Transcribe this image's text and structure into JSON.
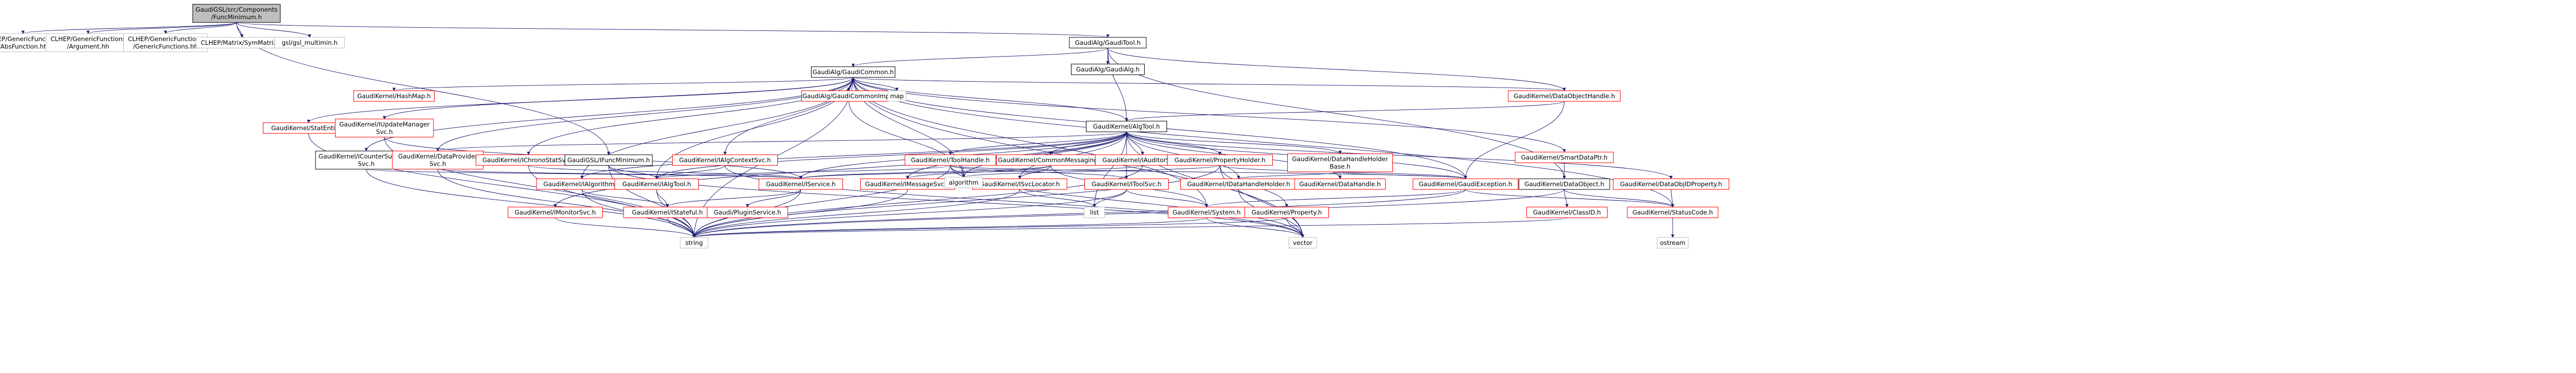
{
  "root": "GaudiGSL/src/Components/FuncMinimum.h",
  "nodes": [
    {
      "id": "n0",
      "lines": [
        "GaudiGSL/src/Components",
        "/FuncMinimum.h"
      ],
      "style": "root"
    },
    {
      "id": "n1",
      "lines": [
        "CLHEP/GenericFunctions",
        "/AbsFunction.hh"
      ],
      "style": "ext"
    },
    {
      "id": "n2",
      "lines": [
        "CLHEP/GenericFunctions",
        "/Argument.hh"
      ],
      "style": "ext"
    },
    {
      "id": "n3",
      "lines": [
        "CLHEP/GenericFunctions",
        "/GenericFunctions.hh"
      ],
      "style": "ext"
    },
    {
      "id": "n4",
      "lines": [
        "CLHEP/Matrix/SymMatrix.h"
      ],
      "style": "ext"
    },
    {
      "id": "n5",
      "lines": [
        "gsl/gsl_multimin.h"
      ],
      "style": "ext"
    },
    {
      "id": "n6",
      "lines": [
        "GaudiAlg/GaudiTool.h"
      ],
      "style": "doc"
    },
    {
      "id": "n7",
      "lines": [
        "GaudiAlg/GaudiAlg.h"
      ],
      "style": "doc"
    },
    {
      "id": "n8",
      "lines": [
        "GaudiAlg/GaudiCommon.h"
      ],
      "style": "doc"
    },
    {
      "id": "n9",
      "lines": [
        "GaudiKernel/HashMap.h"
      ],
      "style": "red"
    },
    {
      "id": "n10",
      "lines": [
        "GaudiAlg/GaudiCommonImp.h"
      ],
      "style": "red"
    },
    {
      "id": "n11",
      "lines": [
        "map"
      ],
      "style": "ext"
    },
    {
      "id": "n12",
      "lines": [
        "GaudiKernel/DataObjectHandle.h"
      ],
      "style": "red"
    },
    {
      "id": "n13",
      "lines": [
        "GaudiKernel/StatEntity.h"
      ],
      "style": "red"
    },
    {
      "id": "n14",
      "lines": [
        "GaudiKernel/IUpdateManager",
        "Svc.h"
      ],
      "style": "red"
    },
    {
      "id": "n15",
      "lines": [
        "GaudiKernel/ICounterSummary",
        "Svc.h"
      ],
      "style": "doc"
    },
    {
      "id": "n16",
      "lines": [
        "GaudiKernel/DataProvider",
        "Svc.h"
      ],
      "style": "red"
    },
    {
      "id": "n17",
      "lines": [
        "GaudiKernel/IChronoStatSvc.h"
      ],
      "style": "red"
    },
    {
      "id": "n18",
      "lines": [
        "GaudiGSL/IFuncMinimum.h"
      ],
      "style": "doc"
    },
    {
      "id": "n19",
      "lines": [
        "GaudiKernel/IAlgContextSvc.h"
      ],
      "style": "red"
    },
    {
      "id": "n20",
      "lines": [
        "GaudiKernel/AlgTool.h"
      ],
      "style": "doc"
    },
    {
      "id": "n21",
      "lines": [
        "GaudiKernel/SmartDataPtr.h"
      ],
      "style": "red"
    },
    {
      "id": "n22",
      "lines": [
        "GaudiKernel/ToolHandle.h"
      ],
      "style": "red"
    },
    {
      "id": "n23",
      "lines": [
        "GaudiKernel/CommonMessaging.h"
      ],
      "style": "red"
    },
    {
      "id": "n24",
      "lines": [
        "GaudiKernel/IAuditorSvc.h"
      ],
      "style": "red"
    },
    {
      "id": "n25",
      "lines": [
        "GaudiKernel/PropertyHolder.h"
      ],
      "style": "red"
    },
    {
      "id": "n26",
      "lines": [
        "GaudiKernel/DataHandleHolder",
        "Base.h"
      ],
      "style": "red"
    },
    {
      "id": "n27",
      "lines": [
        "GaudiKernel/IAlgorithm.h"
      ],
      "style": "red"
    },
    {
      "id": "n28",
      "lines": [
        "GaudiKernel/IMonitorSvc.h"
      ],
      "style": "red"
    },
    {
      "id": "n29",
      "lines": [
        "GaudiKernel/IAlgTool.h"
      ],
      "style": "red"
    },
    {
      "id": "n30",
      "lines": [
        "GaudiKernel/IService.h"
      ],
      "style": "red"
    },
    {
      "id": "n31",
      "lines": [
        "GaudiKernel/IMessageSvc.h"
      ],
      "style": "red"
    },
    {
      "id": "n32",
      "lines": [
        "GaudiKernel/ISvcLocator.h"
      ],
      "style": "red"
    },
    {
      "id": "n33",
      "lines": [
        "GaudiKernel/IToolSvc.h"
      ],
      "style": "red"
    },
    {
      "id": "n34",
      "lines": [
        "GaudiKernel/IDataHandleHolder.h"
      ],
      "style": "red"
    },
    {
      "id": "n35",
      "lines": [
        "GaudiKernel/DataHandle.h"
      ],
      "style": "red"
    },
    {
      "id": "n36",
      "lines": [
        "GaudiKernel/GaudiException.h"
      ],
      "style": "red"
    },
    {
      "id": "n37",
      "lines": [
        "GaudiKernel/DataObject.h"
      ],
      "style": "doc"
    },
    {
      "id": "n38",
      "lines": [
        "GaudiKernel/DataObjIDProperty.h"
      ],
      "style": "red"
    },
    {
      "id": "n39",
      "lines": [
        "algorithm"
      ],
      "style": "ext"
    },
    {
      "id": "n40",
      "lines": [
        "list"
      ],
      "style": "ext"
    },
    {
      "id": "n41",
      "lines": [
        "GaudiKernel/IStateful.h"
      ],
      "style": "red"
    },
    {
      "id": "n42",
      "lines": [
        "Gaudi/PluginService.h"
      ],
      "style": "red"
    },
    {
      "id": "n43",
      "lines": [
        "GaudiKernel/System.h"
      ],
      "style": "red"
    },
    {
      "id": "n44",
      "lines": [
        "GaudiKernel/Property.h"
      ],
      "style": "red"
    },
    {
      "id": "n45",
      "lines": [
        "GaudiKernel/ClassID.h"
      ],
      "style": "red"
    },
    {
      "id": "n46",
      "lines": [
        "GaudiKernel/StatusCode.h"
      ],
      "style": "red"
    },
    {
      "id": "n47",
      "lines": [
        "string"
      ],
      "style": "ext"
    },
    {
      "id": "n48",
      "lines": [
        "vector"
      ],
      "style": "ext"
    },
    {
      "id": "n49",
      "lines": [
        "ostream"
      ],
      "style": "ext"
    }
  ],
  "edges": [
    [
      "n0",
      "n1"
    ],
    [
      "n0",
      "n2"
    ],
    [
      "n0",
      "n3"
    ],
    [
      "n0",
      "n4"
    ],
    [
      "n0",
      "n5"
    ],
    [
      "n0",
      "n6"
    ],
    [
      "n0",
      "n18"
    ],
    [
      "n6",
      "n7"
    ],
    [
      "n6",
      "n8"
    ],
    [
      "n6",
      "n12"
    ],
    [
      "n6",
      "n20"
    ],
    [
      "n6",
      "n37"
    ],
    [
      "n8",
      "n9"
    ],
    [
      "n8",
      "n10"
    ],
    [
      "n8",
      "n11"
    ],
    [
      "n8",
      "n12"
    ],
    [
      "n8",
      "n13"
    ],
    [
      "n8",
      "n14"
    ],
    [
      "n8",
      "n15"
    ],
    [
      "n8",
      "n16"
    ],
    [
      "n8",
      "n17"
    ],
    [
      "n8",
      "n19"
    ],
    [
      "n8",
      "n20"
    ],
    [
      "n8",
      "n21"
    ],
    [
      "n8",
      "n29"
    ],
    [
      "n8",
      "n36"
    ],
    [
      "n8",
      "n39"
    ],
    [
      "n8",
      "n43"
    ],
    [
      "n8",
      "n46"
    ],
    [
      "n8",
      "n47"
    ],
    [
      "n8",
      "n48"
    ],
    [
      "n8",
      "n27"
    ],
    [
      "n10",
      "n8"
    ],
    [
      "n10",
      "n39"
    ],
    [
      "n12",
      "n20"
    ],
    [
      "n12",
      "n36"
    ],
    [
      "n13",
      "n47"
    ],
    [
      "n14",
      "n47"
    ],
    [
      "n14",
      "n30"
    ],
    [
      "n15",
      "n47"
    ],
    [
      "n15",
      "n30"
    ],
    [
      "n16",
      "n47"
    ],
    [
      "n16",
      "n30"
    ],
    [
      "n17",
      "n47"
    ],
    [
      "n17",
      "n30"
    ],
    [
      "n18",
      "n29"
    ],
    [
      "n18",
      "n47"
    ],
    [
      "n18",
      "n48"
    ],
    [
      "n19",
      "n48"
    ],
    [
      "n19",
      "n29"
    ],
    [
      "n20",
      "n16"
    ],
    [
      "n20",
      "n22"
    ],
    [
      "n20",
      "n23"
    ],
    [
      "n20",
      "n24"
    ],
    [
      "n20",
      "n25"
    ],
    [
      "n20",
      "n26"
    ],
    [
      "n20",
      "n28"
    ],
    [
      "n20",
      "n29"
    ],
    [
      "n20",
      "n30"
    ],
    [
      "n20",
      "n31"
    ],
    [
      "n20",
      "n32"
    ],
    [
      "n20",
      "n33"
    ],
    [
      "n20",
      "n34"
    ],
    [
      "n20",
      "n35"
    ],
    [
      "n20",
      "n36"
    ],
    [
      "n20",
      "n38"
    ],
    [
      "n20",
      "n39"
    ],
    [
      "n20",
      "n40"
    ],
    [
      "n20",
      "n48"
    ],
    [
      "n20",
      "n27"
    ],
    [
      "n21",
      "n37"
    ],
    [
      "n22",
      "n29"
    ],
    [
      "n22",
      "n33"
    ],
    [
      "n22",
      "n36"
    ],
    [
      "n22",
      "n39"
    ],
    [
      "n22",
      "n47"
    ],
    [
      "n22",
      "n48"
    ],
    [
      "n23",
      "n31"
    ],
    [
      "n23",
      "n32"
    ],
    [
      "n23",
      "n30"
    ],
    [
      "n23",
      "n43"
    ],
    [
      "n24",
      "n30"
    ],
    [
      "n24",
      "n47"
    ],
    [
      "n25",
      "n44"
    ],
    [
      "n25",
      "n36"
    ],
    [
      "n25",
      "n39"
    ],
    [
      "n25",
      "n48"
    ],
    [
      "n25",
      "n47"
    ],
    [
      "n26",
      "n34"
    ],
    [
      "n26",
      "n35"
    ],
    [
      "n26",
      "n36"
    ],
    [
      "n27",
      "n41"
    ],
    [
      "n27",
      "n47"
    ],
    [
      "n28",
      "n47"
    ],
    [
      "n29",
      "n41"
    ],
    [
      "n29",
      "n47"
    ],
    [
      "n30",
      "n41"
    ],
    [
      "n30",
      "n42"
    ],
    [
      "n30",
      "n47"
    ],
    [
      "n31",
      "n47"
    ],
    [
      "n32",
      "n40"
    ],
    [
      "n32",
      "n47"
    ],
    [
      "n33",
      "n40"
    ],
    [
      "n33",
      "n43"
    ],
    [
      "n33",
      "n47"
    ],
    [
      "n34",
      "n48"
    ],
    [
      "n36",
      "n43"
    ],
    [
      "n36",
      "n46"
    ],
    [
      "n36",
      "n47"
    ],
    [
      "n37",
      "n45"
    ],
    [
      "n37",
      "n46"
    ],
    [
      "n37",
      "n47"
    ],
    [
      "n38",
      "n46"
    ],
    [
      "n41",
      "n47"
    ],
    [
      "n43",
      "n47"
    ],
    [
      "n43",
      "n48"
    ],
    [
      "n44",
      "n47"
    ],
    [
      "n44",
      "n48"
    ],
    [
      "n45",
      "n47"
    ],
    [
      "n46",
      "n49"
    ]
  ]
}
